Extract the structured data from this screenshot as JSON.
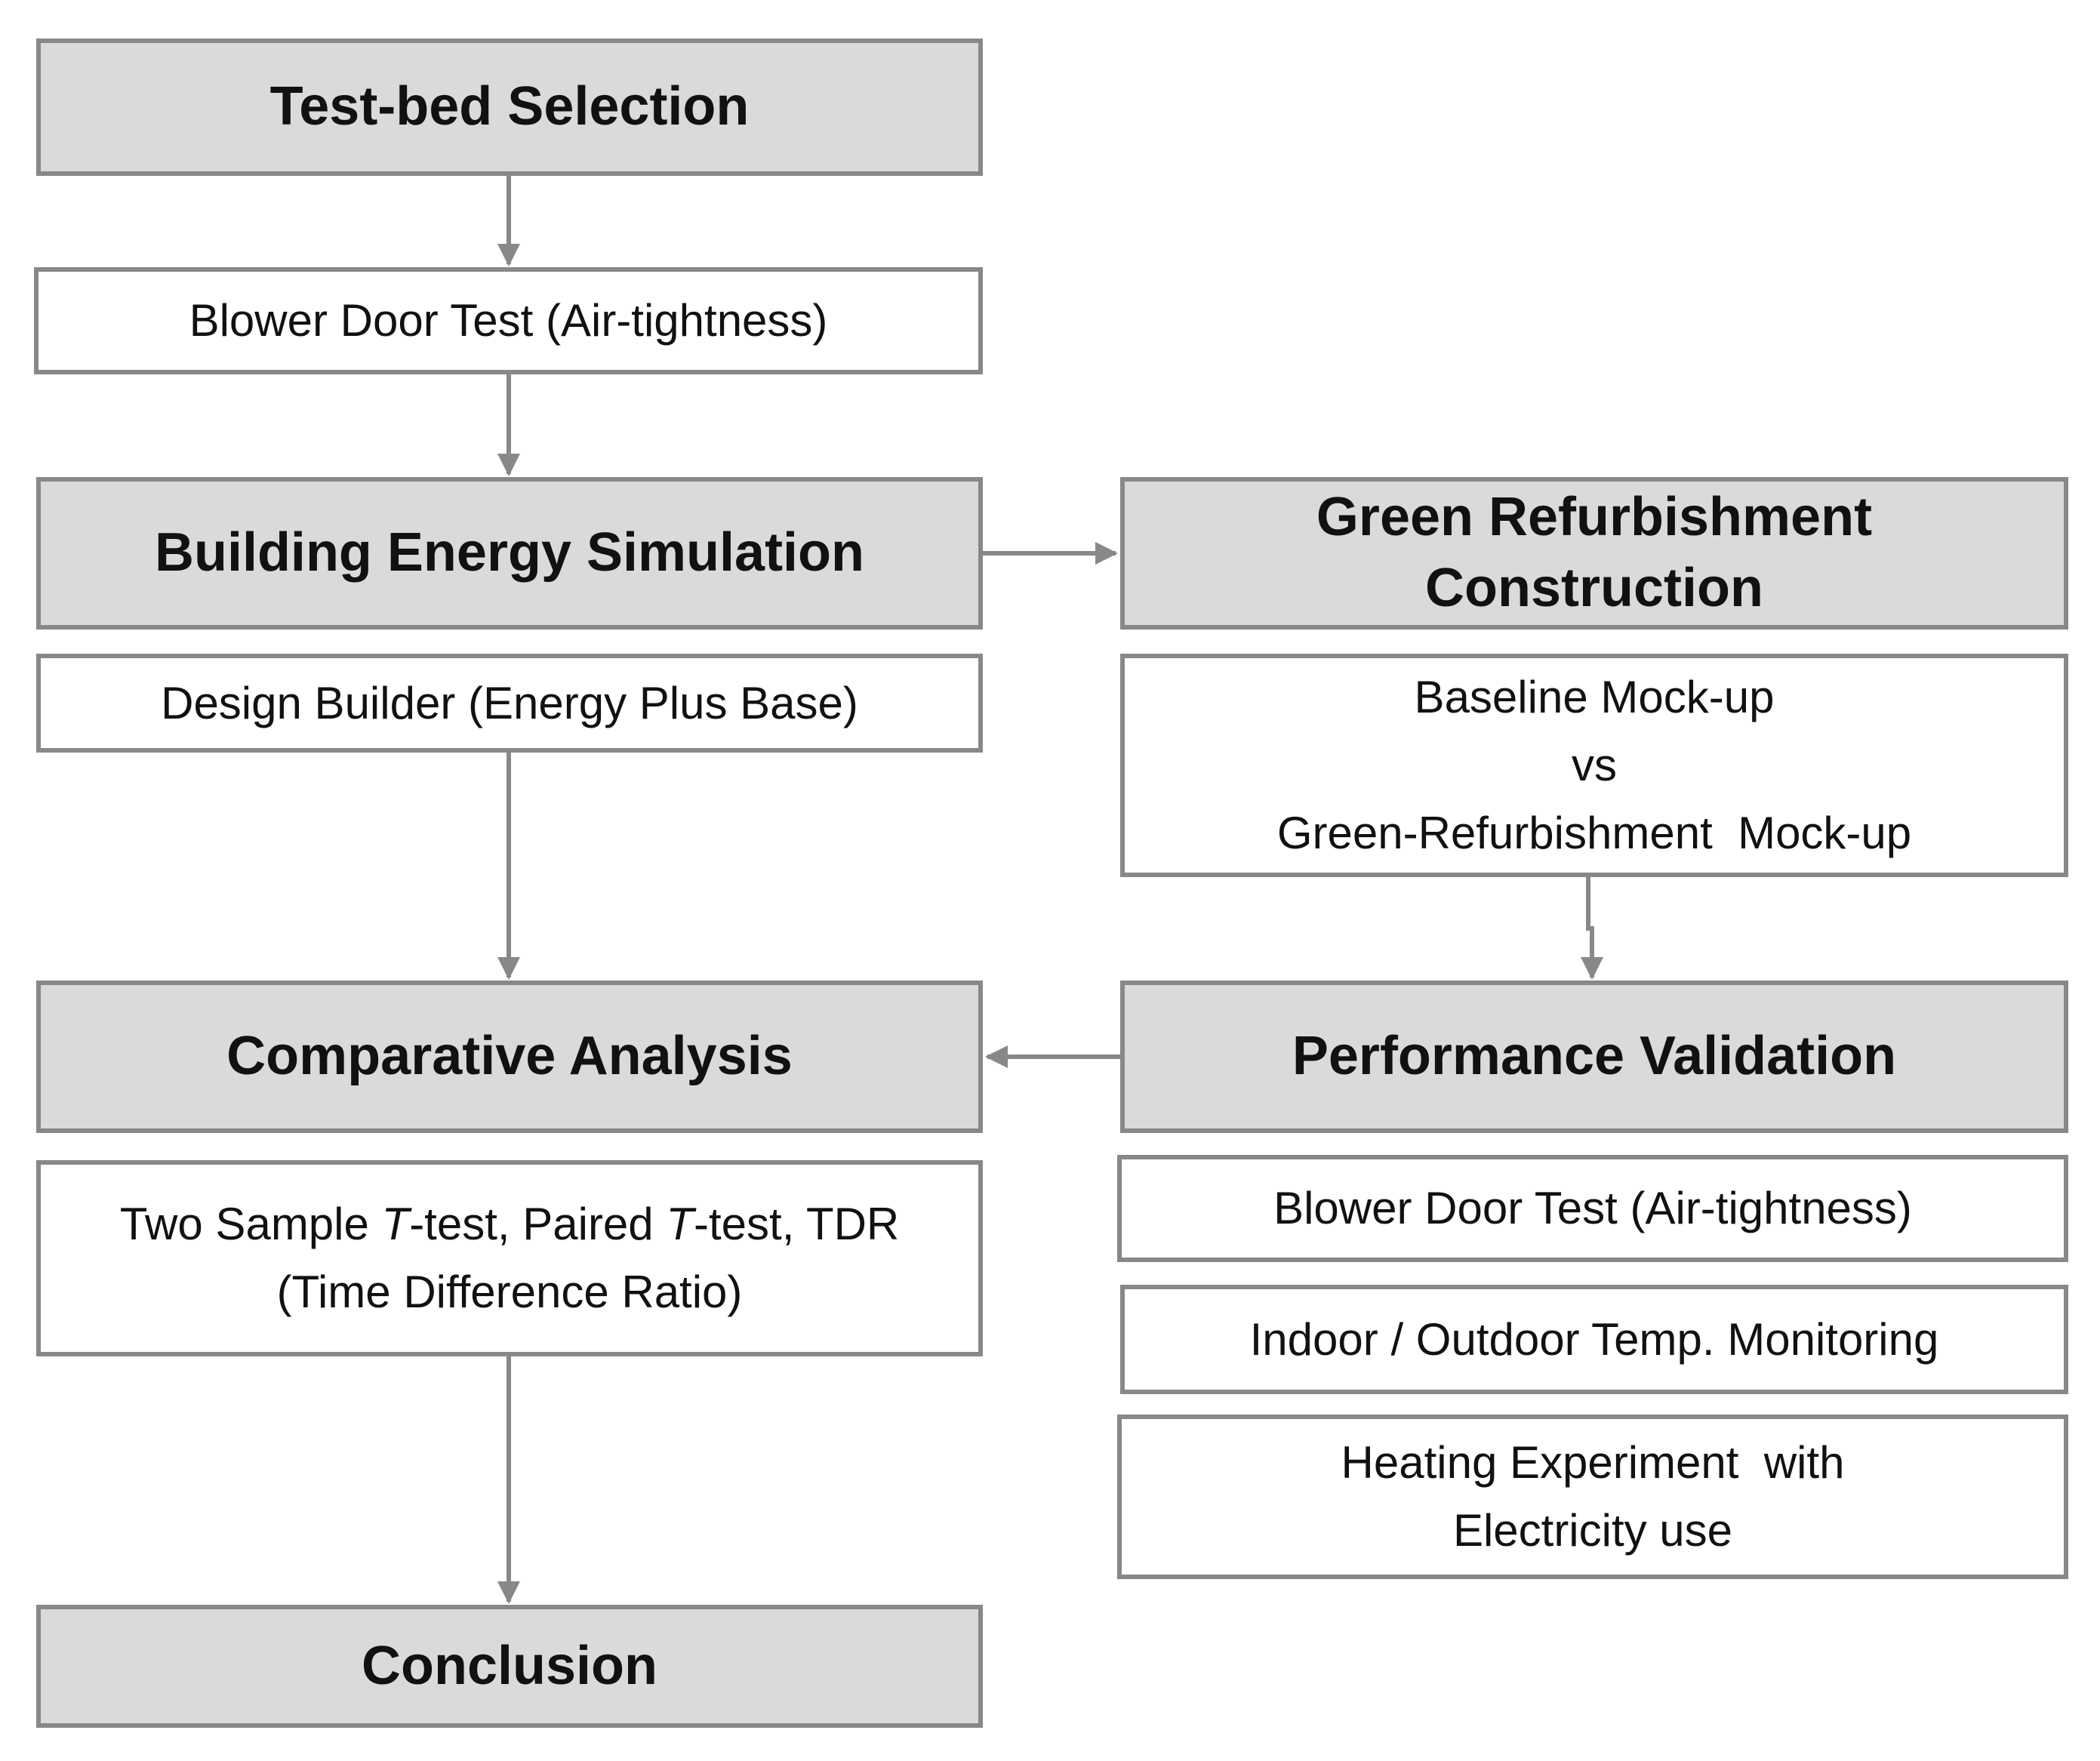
{
  "nodes": {
    "testbed": "Test-bed Selection",
    "blower1": "Blower Door Test (Air-tightness)",
    "bes": "Building Energy Simulation",
    "design_builder": "Design Builder (Energy Plus Base)",
    "green_ref_line1": "Green Refurbishment",
    "green_ref_line2": "Construction",
    "mockup_line1": "Baseline Mock-up",
    "mockup_line2": "vs",
    "mockup_line3": "Green-Refurbishment  Mock-up",
    "comparative": "Comparative Analysis",
    "ttest_part1": "Two Sample ",
    "ttest_italic1": "T",
    "ttest_part2": "-test, Paired ",
    "ttest_italic2": "T",
    "ttest_part3": "-test, TDR",
    "ttest_line2": "(Time Difference Ratio)",
    "performance": "Performance Validation",
    "blower2": "Blower Door Test (Air-tightness)",
    "temp_monitoring": "Indoor / Outdoor Temp. Monitoring",
    "heating_line1": "Heating Experiment  with",
    "heating_line2": "Electricity use",
    "conclusion": "Conclusion"
  },
  "colors": {
    "header_fill": "#dadada",
    "border": "#888888",
    "arrow": "#888888"
  }
}
